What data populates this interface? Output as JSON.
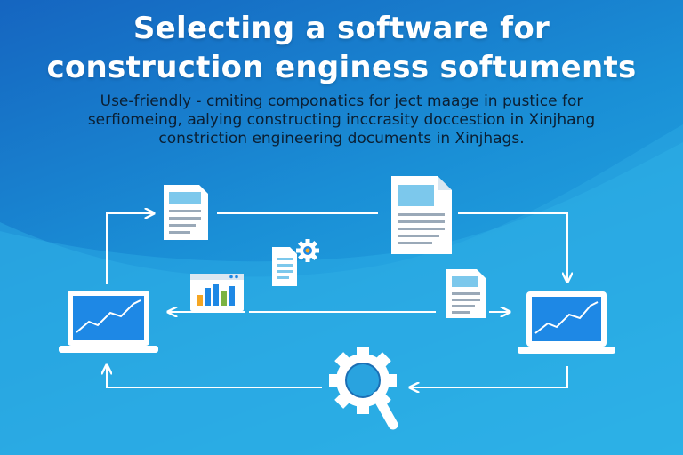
{
  "header": {
    "title_line1": "Selecting a software for",
    "title_line2": "construction enginess softuments",
    "subtitle_line1": "Use-friendly - cmiting componatics for ject maage in pustice for",
    "subtitle_line2": "serfiomeing, aalying constructing inccrasity doccestion in Xinjhang",
    "subtitle_line3": "constriction engineering documents in Xinjhags."
  },
  "colors": {
    "background_top": "#1565c0",
    "background_bottom": "#29b6e8",
    "line": "#ffffff",
    "chart_blue": "#1e88e5",
    "doc_header": "#7cc8ec",
    "accent_orange": "#f5a623",
    "accent_green": "#7cb342"
  },
  "icons": [
    "laptop-chart-icon",
    "document-icon",
    "gear-icon",
    "bar-chart-window-icon",
    "magnifier-gear-icon"
  ]
}
